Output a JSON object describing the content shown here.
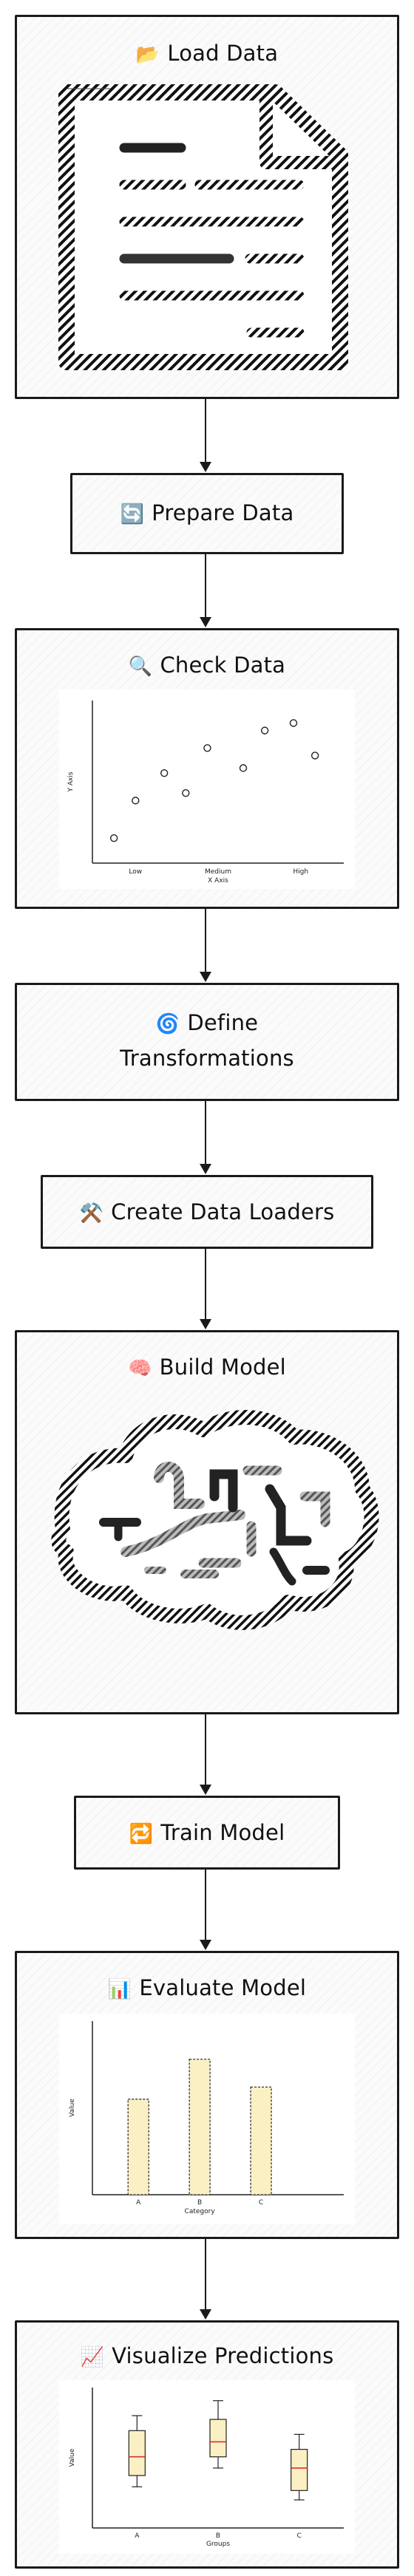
{
  "steps": [
    {
      "icon": "📂",
      "label": "Load Data"
    },
    {
      "icon": "🔄",
      "label": "Prepare Data"
    },
    {
      "icon": "🔍",
      "label": "Check Data"
    },
    {
      "icon": "🌀",
      "label": "Define",
      "label2": "Transformations"
    },
    {
      "icon": "⚒️",
      "label": "Create Data Loaders"
    },
    {
      "icon": "🧠",
      "label": "Build Model"
    },
    {
      "icon": "🔁",
      "label": "Train Model"
    },
    {
      "icon": "📊",
      "label": "Evaluate Model"
    },
    {
      "icon": "📈",
      "label": "Visualize Predictions"
    }
  ],
  "chart_data": [
    {
      "type": "scatter",
      "title": "",
      "xlabel": "X Axis",
      "ylabel": "Y Axis",
      "categories": [
        "Low",
        "Medium",
        "High"
      ],
      "points": [
        [
          0.3,
          1.0
        ],
        [
          0.6,
          2.5
        ],
        [
          1.0,
          3.6
        ],
        [
          1.3,
          2.8
        ],
        [
          1.6,
          4.6
        ],
        [
          2.1,
          3.8
        ],
        [
          2.4,
          5.3
        ],
        [
          2.8,
          5.6
        ],
        [
          3.1,
          4.3
        ]
      ]
    },
    {
      "type": "bar",
      "title": "",
      "xlabel": "Category",
      "ylabel": "Value",
      "categories": [
        "A",
        "B",
        "C"
      ],
      "values": [
        55,
        78,
        62
      ],
      "ylim": [
        0,
        100
      ]
    },
    {
      "type": "box",
      "title": "",
      "xlabel": "Groups",
      "ylabel": "Value",
      "categories": [
        "A",
        "B",
        "C"
      ],
      "boxes": [
        {
          "min": 42,
          "q1": 48,
          "median": 58,
          "q3": 72,
          "max": 80
        },
        {
          "min": 52,
          "q1": 58,
          "median": 66,
          "q3": 78,
          "max": 88
        },
        {
          "min": 35,
          "q1": 40,
          "median": 52,
          "q3": 62,
          "max": 70
        }
      ]
    }
  ]
}
